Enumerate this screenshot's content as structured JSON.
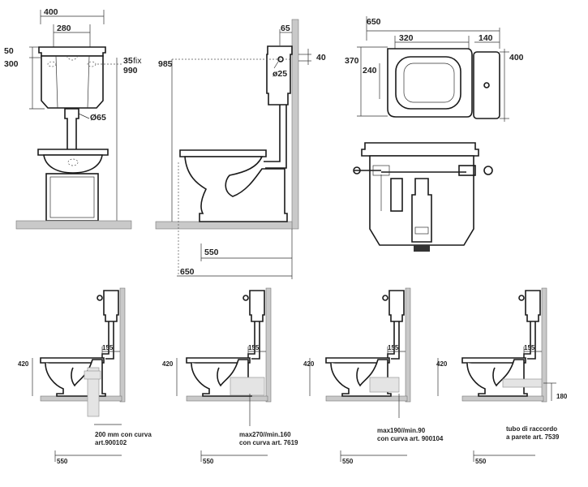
{
  "front_view": {
    "dim_width": "400",
    "dim_inner": "280",
    "dim_lid": "50",
    "dim_tank_h": "300",
    "dim_fix": "35",
    "dim_fix_label": "fix",
    "dim_height": "990",
    "dim_pipe": "Ø65"
  },
  "side_view": {
    "dim_depth": "65",
    "dim_hole_offset": "40",
    "dim_hole": "ø25",
    "dim_height": "985",
    "dim_550": "550",
    "dim_650": "650"
  },
  "top_view": {
    "dim_total": "650",
    "dim_bowl": "320",
    "dim_tank": "140",
    "dim_370": "370",
    "dim_240": "240",
    "dim_400": "400"
  },
  "installs": [
    {
      "h": "420",
      "pipe": "155",
      "floor": "550",
      "note1": "200 mm con curva",
      "note2": "art.900102"
    },
    {
      "h": "420",
      "pipe": "155",
      "floor": "550",
      "note1": "max270//min.160",
      "note2": "con curva art. 7619"
    },
    {
      "h": "420",
      "pipe": "155",
      "floor": "550",
      "note1": "max190//min.90",
      "note2": "con curva art. 900104"
    },
    {
      "h": "420",
      "pipe": "155",
      "floor": "550",
      "note1": "tubo di raccordo",
      "note2": "a parete art. 7539",
      "extra": "180"
    }
  ]
}
